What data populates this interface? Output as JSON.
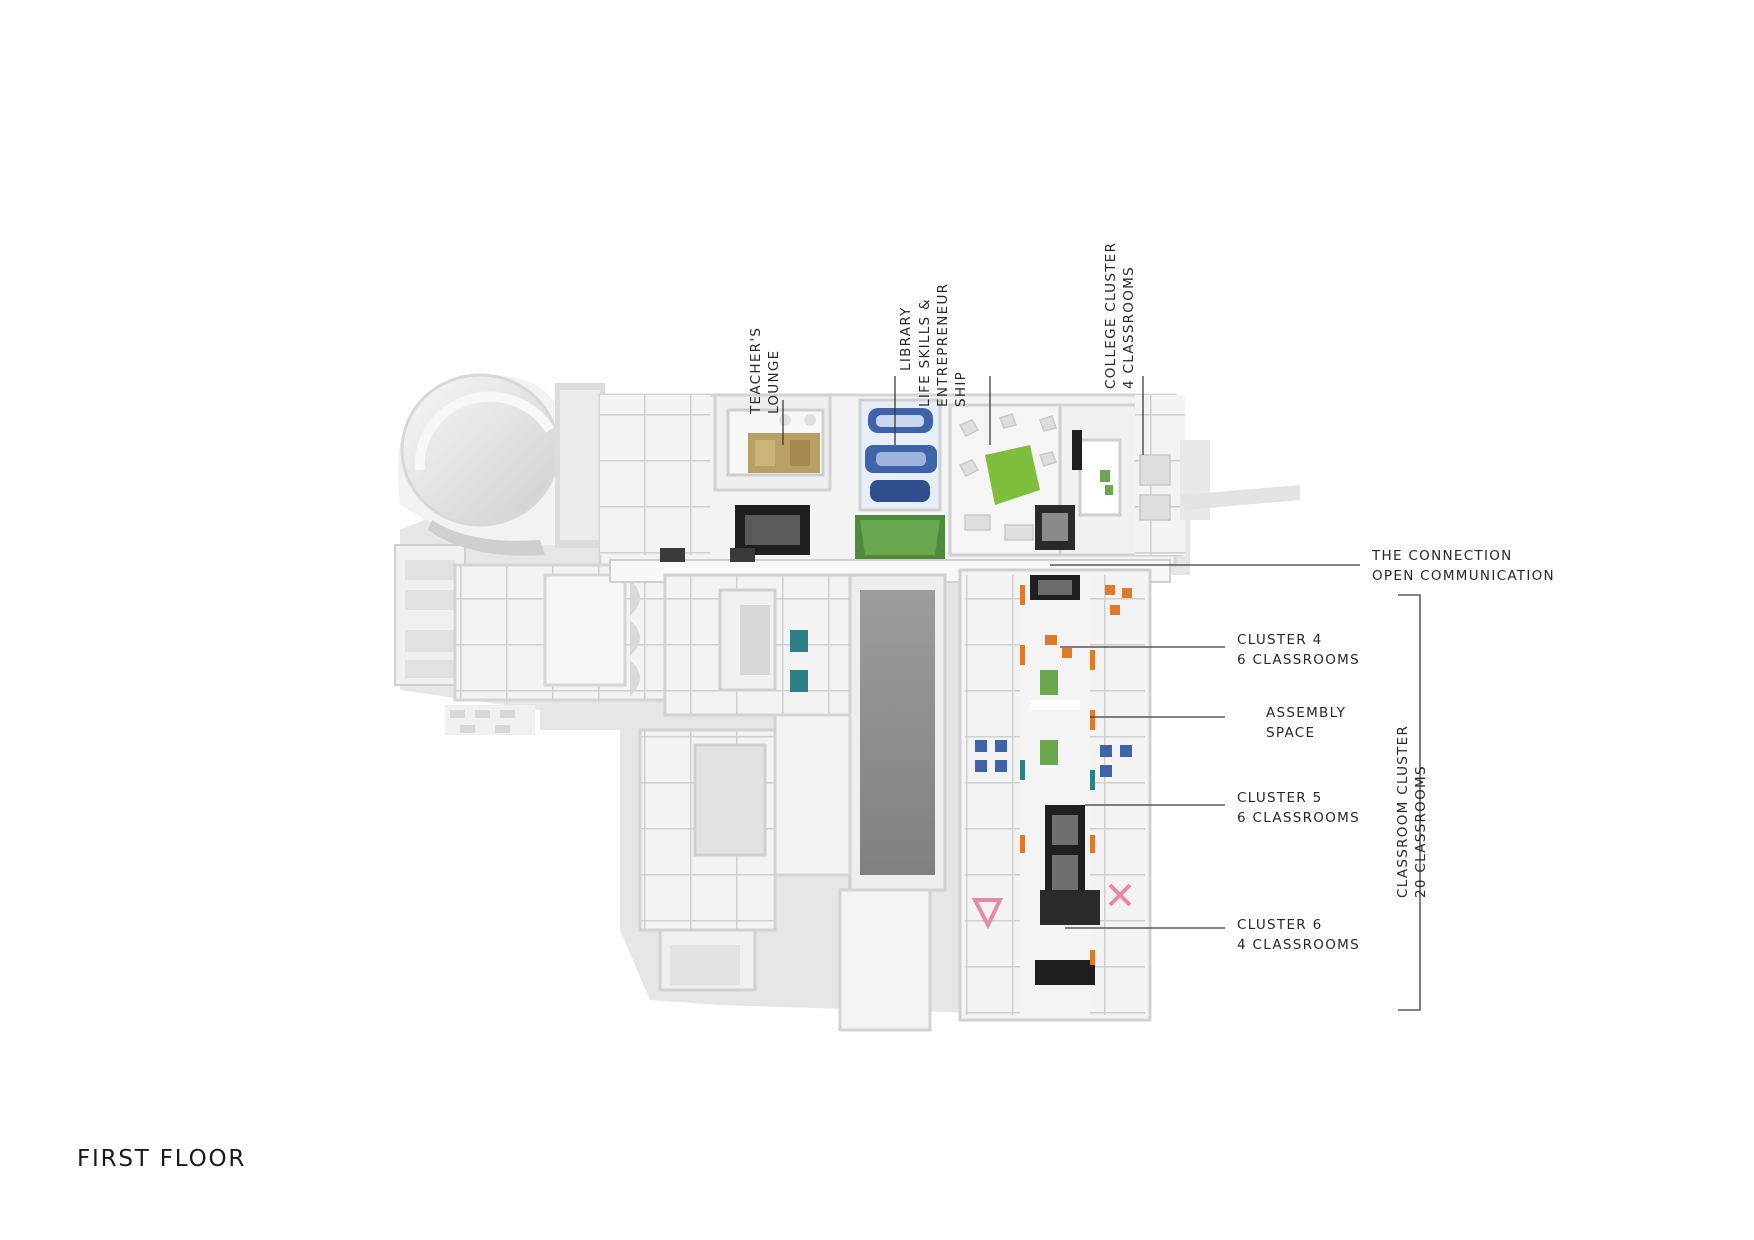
{
  "title": "FIRST FLOOR",
  "labels": {
    "teachers_lounge": [
      "TEACHER'S",
      "LOUNGE"
    ],
    "library": [
      "LIBRARY"
    ],
    "life_skills": [
      "LIFE  SKILLS &",
      "ENTREPRENEUR",
      "SHIP"
    ],
    "college_cluster": [
      "COLLEGE CLUSTER",
      "4 CLASSROOMS"
    ],
    "the_connection": [
      "THE CONNECTION",
      "OPEN COMMUNICATION"
    ],
    "cluster_4": [
      "CLUSTER 4",
      "6 CLASSROOMS"
    ],
    "assembly_space": [
      "ASSEMBLY",
      "SPACE"
    ],
    "cluster_5": [
      "CLUSTER 5",
      "6 CLASSROOMS"
    ],
    "cluster_6": [
      "CLUSTER 6",
      "4 CLASSROOMS"
    ],
    "classroom_cluster": [
      "CLASSROOM CLUSTER",
      "20 CLASSROOMS"
    ]
  },
  "colors": {
    "wall": "#d9d9d9",
    "floor": "#f4f4f4",
    "shadow": "#bdbdbd",
    "atrium": "#8d8d8d",
    "library_blue": "#3f63a8",
    "garden_green": "#7dbf3c",
    "lounge_gold": "#b89f63",
    "accent_orange": "#e07a2a",
    "accent_teal": "#2f7f86",
    "accent_pink": "#e58aa8",
    "leader": "#3a3a3a"
  }
}
